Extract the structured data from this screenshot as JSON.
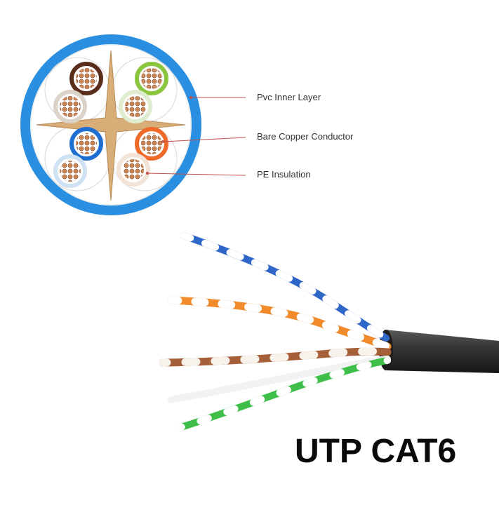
{
  "callouts": {
    "pvc_inner_layer": "Pvc Inner Layer",
    "bare_copper_conductor": "Bare Copper Conductor",
    "pe_insulation": "PE Insulation"
  },
  "product": {
    "title": "UTP CAT6"
  },
  "colors": {
    "jacket_blue": "#2a8fe0",
    "separator_tan": "#d2a570",
    "copper": "#c9875a",
    "pair_brown": "#5a2e1a",
    "pair_green": "#8cc63f",
    "pair_blue": "#1e6fd1",
    "pair_orange": "#f06a2a",
    "outer_jacket_black": "#2b2b2b",
    "callout_line": "#c0504d"
  },
  "wire_pairs": [
    {
      "name": "blue",
      "color": "#2f67c9"
    },
    {
      "name": "orange",
      "color": "#f08a2a"
    },
    {
      "name": "brown",
      "color": "#a5603a"
    },
    {
      "name": "green",
      "color": "#3fbf4a"
    }
  ]
}
